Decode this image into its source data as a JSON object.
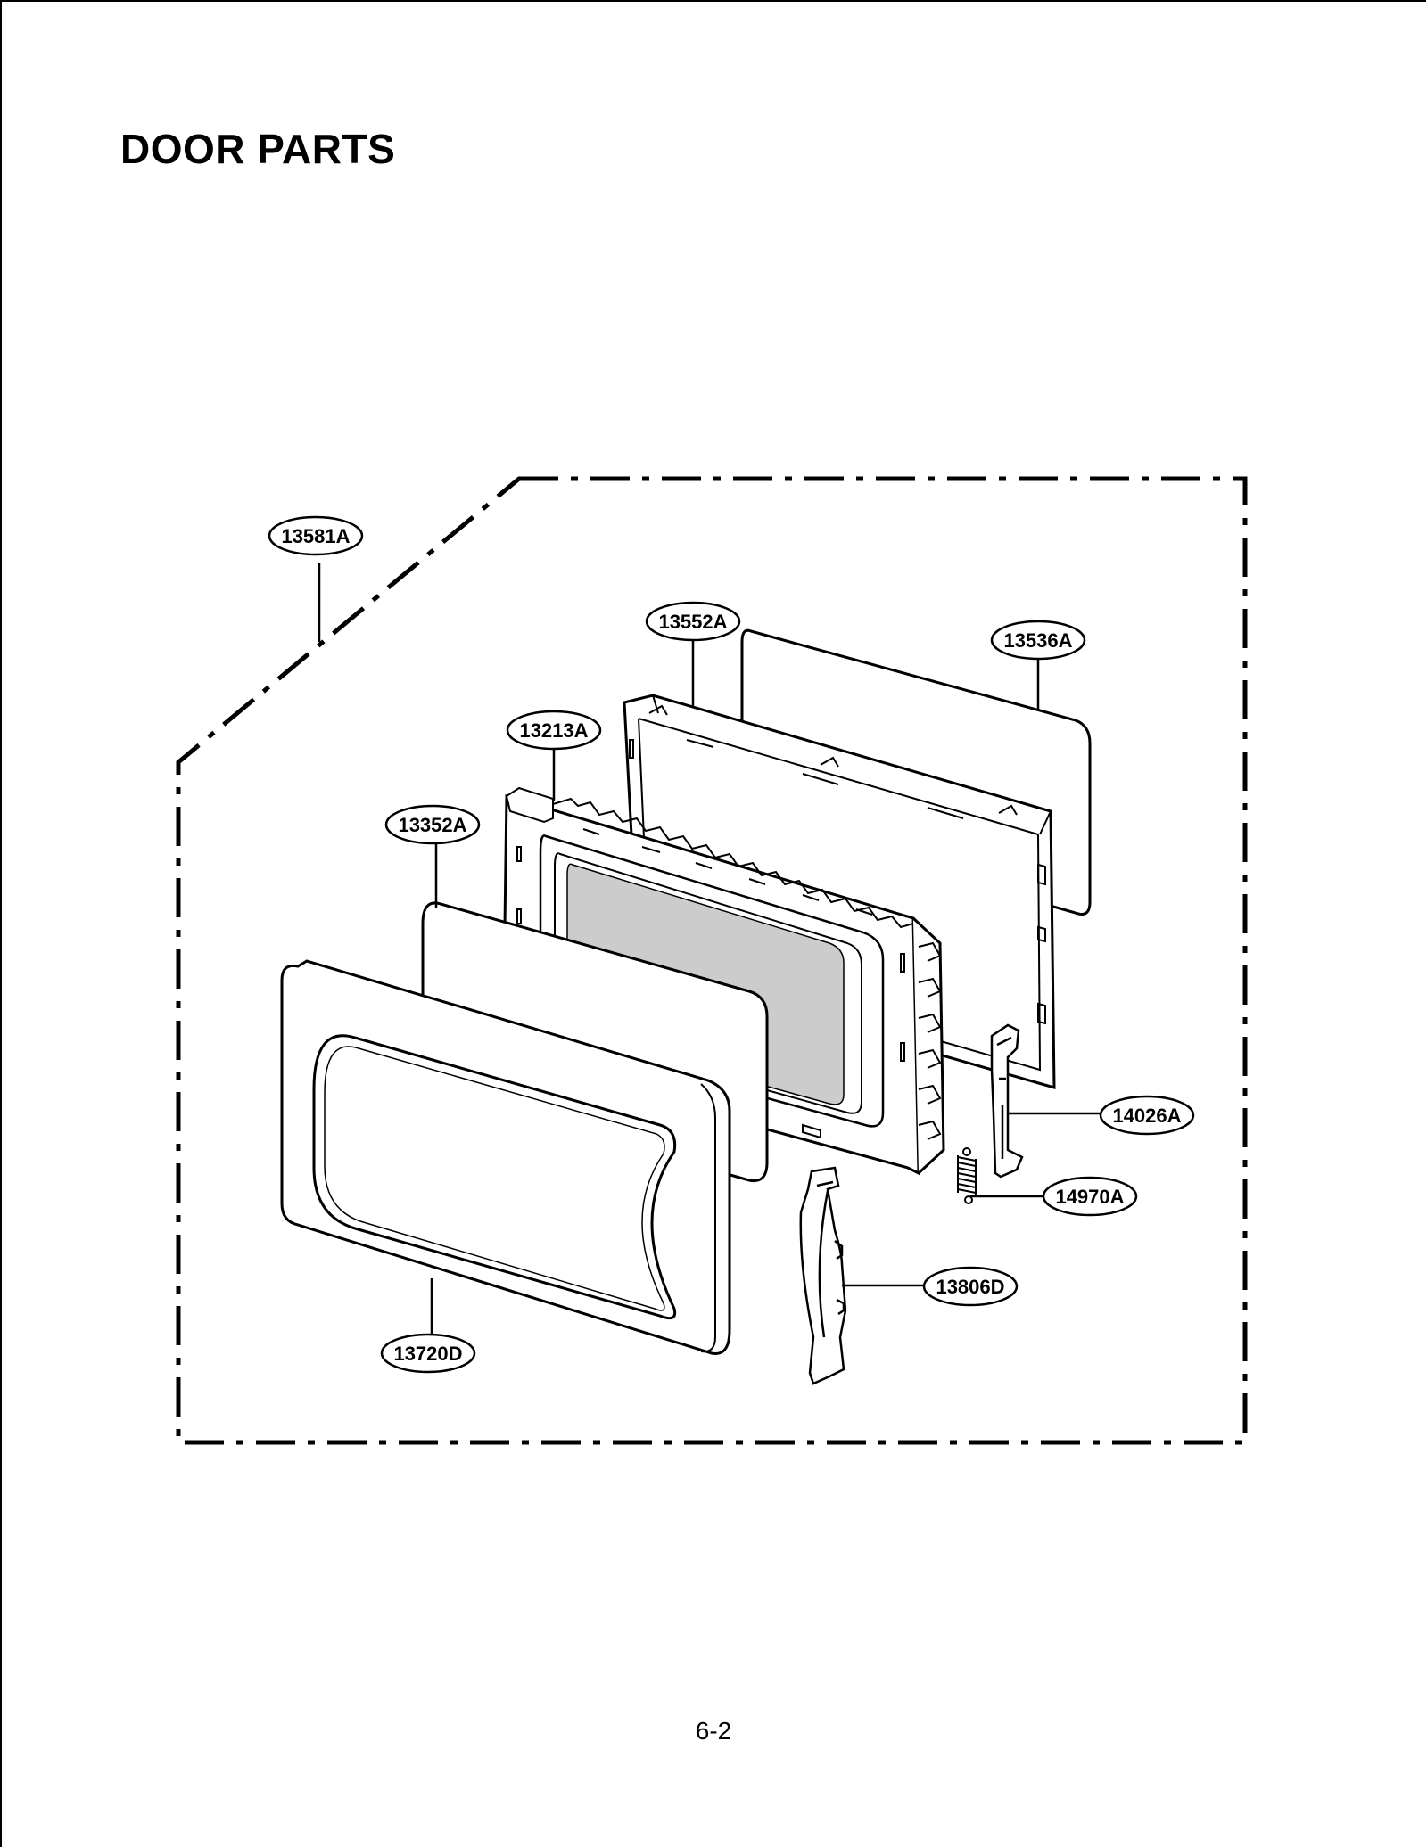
{
  "page": {
    "title": "DOOR PARTS",
    "page_number": "6-2"
  },
  "callouts": {
    "assembly": "13581A",
    "frame": "13552A",
    "glass_panel": "13536A",
    "door_panel": "13213A",
    "choke_cover": "13352A",
    "door_front": "13720D",
    "latch_key": "14026A",
    "spring": "14970A",
    "handle": "13806D"
  }
}
